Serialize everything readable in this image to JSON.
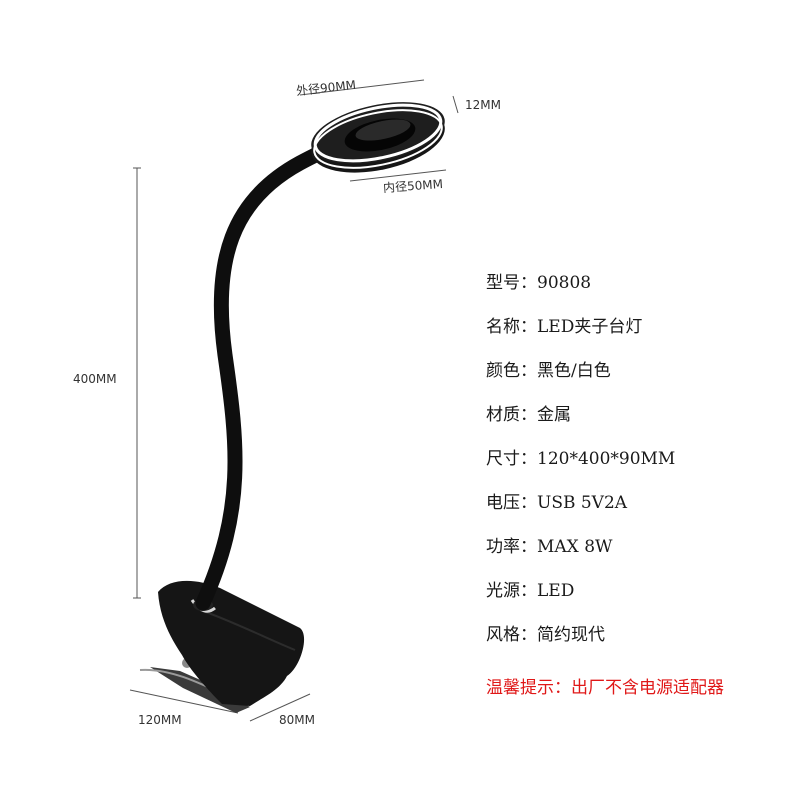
{
  "dimensions": {
    "outer_diameter": "外径90MM",
    "ring_height": "12MM",
    "inner_diameter": "内径50MM",
    "height": "400MM",
    "clip_length": "120MM",
    "clip_width": "80MM"
  },
  "specs": [
    {
      "label": "型号",
      "sep": "：",
      "value": "90808"
    },
    {
      "label": "名称",
      "sep": "：",
      "value": "LED夹子台灯"
    },
    {
      "label": "颜色",
      "sep": "：",
      "value": "黑色/白色"
    },
    {
      "label": "材质",
      "sep": "：",
      "value": "金属"
    },
    {
      "label": "尺寸",
      "sep": "：",
      "value": "120*400*90MM"
    },
    {
      "label": "电压",
      "sep": "：",
      "value": "USB 5V2A"
    },
    {
      "label": "功率",
      "sep": "：",
      "value": "MAX 8W"
    },
    {
      "label": "光源",
      "sep": "：",
      "value": "LED"
    },
    {
      "label": "风格",
      "sep": "：",
      "value": "简约现代"
    }
  ],
  "notice": {
    "label": "温馨提示",
    "sep": "：",
    "text": "出厂不含电源适配器"
  },
  "colors": {
    "lamp_body": "#111111",
    "ring_light": "#ffffff",
    "notice": "#e01818",
    "dimension_line": "#555555"
  }
}
